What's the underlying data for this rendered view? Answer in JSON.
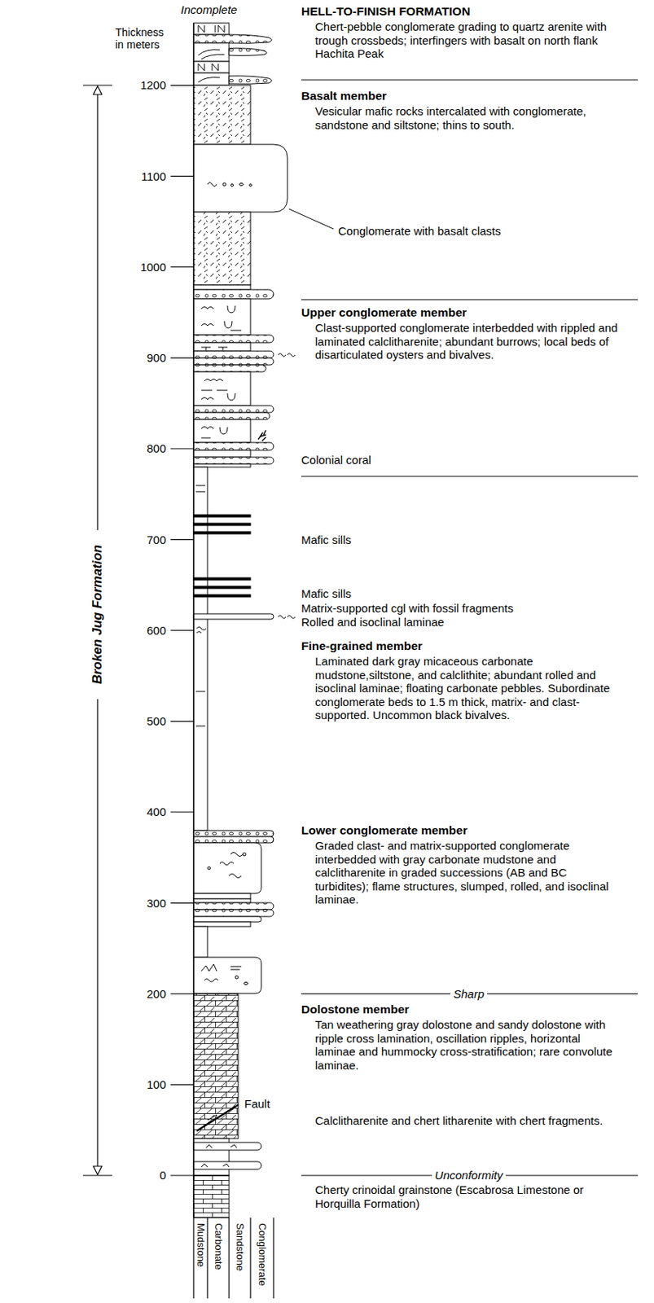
{
  "diagram": {
    "labels": [
      "Incomplete",
      "Thickness in meters",
      "1200",
      "1100",
      "1000",
      "900",
      "800",
      "700",
      "600",
      "500",
      "400",
      "300",
      "200",
      "100",
      "0",
      "Broken Jug Formation",
      "HELL-TO-FINISH FORMATION",
      "Chert-pebble conglomerate grading to quartz arenite with trough crossbeds; interfingers with basalt on north flank Hachita Peak",
      "Basalt member",
      "Vesicular mafic rocks intercalated with conglomerate, sandstone and siltstone; thins to south.",
      "Conglomerate with basalt clasts",
      "Upper conglomerate member",
      "Clast-supported conglomerate interbedded with rippled and laminated calclitharenite; abundant burrows; local beds of disarticulated oysters and bivalves.",
      "Colonial coral",
      "Mafic sills",
      "Mafic sills",
      "Matrix-supported cgl with fossil fragments",
      "Rolled and isoclinal laminae",
      "Fine-grained member",
      "Laminated dark gray micaceous carbonate mudstone,siltstone, and calclithite; abundant rolled and isoclinal laminae; floating carbonate pebbles. Subordinate conglomerate beds to 1.5 m thick, matrix- and clast-supported. Uncommon black bivalves.",
      "Lower conglomerate member",
      "Graded clast- and matrix-supported conglomerate interbedded with gray carbonate mudstone and calclitharenite in graded successions (AB and BC turbidites); flame structures, slumped, rolled, and isoclinal laminae.",
      "Sharp",
      "Dolostone member",
      "Tan weathering gray dolostone and sandy dolostone with ripple cross lamination, oscillation ripples, horizontal laminae and hummocky cross-stratification; rare convolute laminae.",
      "Calclitharenite and chert litharenite with chert fragments.",
      "Fault",
      "Unconformity",
      "Cherty crinoidal grainstone (Escabrosa Limestone or Horquilla Formation)",
      "Mudstone",
      "Carbonate",
      "Sandstone",
      "Conglomerate"
    ]
  }
}
